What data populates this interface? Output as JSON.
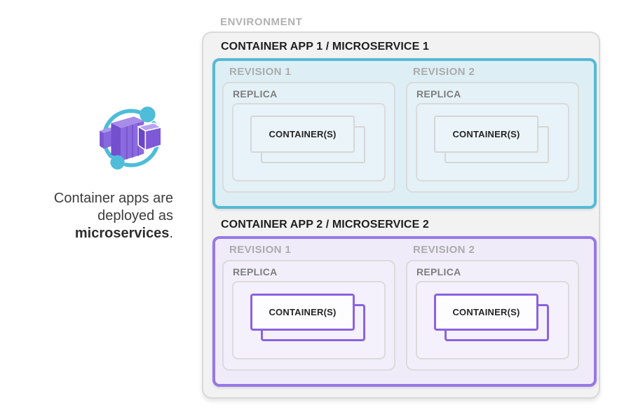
{
  "caption": {
    "line1": "Container apps are",
    "line2": "deployed as",
    "bold": "microservices",
    "suffix": "."
  },
  "icon": {
    "name": "azure-container-apps"
  },
  "environment": {
    "label": "ENVIRONMENT",
    "apps": [
      {
        "title": "CONTAINER APP 1 / MICROSERVICE 1",
        "revisions": [
          {
            "label": "REVISION 1",
            "replica": {
              "label": "REPLICA",
              "container": "CONTAINER(S)"
            }
          },
          {
            "label": "REVISION 2",
            "replica": {
              "label": "REPLICA",
              "container": "CONTAINER(S)"
            }
          }
        ]
      },
      {
        "title": "CONTAINER APP 2 / MICROSERVICE 2",
        "revisions": [
          {
            "label": "REVISION 1",
            "replica": {
              "label": "REPLICA",
              "container": "CONTAINER(S)"
            }
          },
          {
            "label": "REVISION 2",
            "replica": {
              "label": "REPLICA",
              "container": "CONTAINER(S)"
            }
          }
        ]
      }
    ]
  },
  "colors": {
    "env_fill": "#f2f2f2",
    "env_border": "#d9d9d9",
    "app1_accent": "#54bad5",
    "app1_fill": "#ddeef5",
    "app1_container_border": "#d6d6d6",
    "app2_accent": "#9778e6",
    "app2_fill": "#efebf9",
    "app2_container_border": "#8a63e0",
    "gray_border": "#dbdbdb",
    "icon_teal": "#4fbcd9",
    "icon_purple": "#8a6adf"
  }
}
